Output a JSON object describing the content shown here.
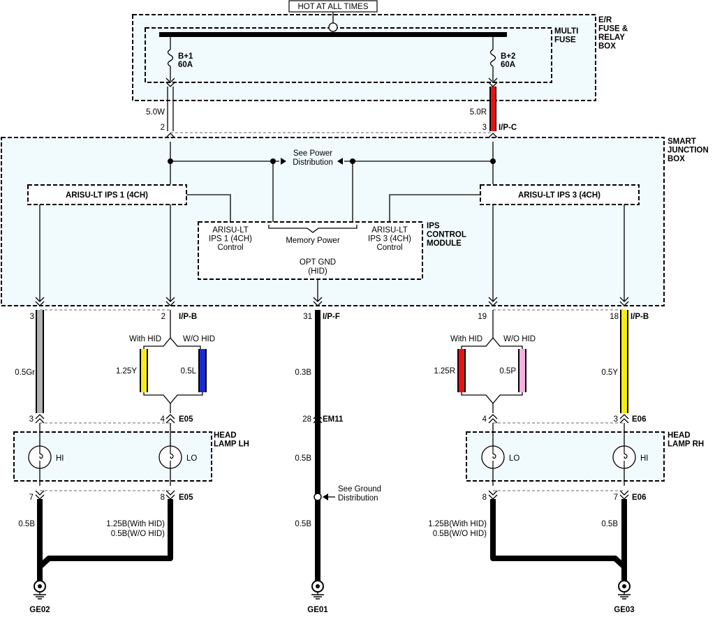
{
  "supply": {
    "hot_label": "HOT AT ALL TIMES"
  },
  "boxes": {
    "er_fuse_relay": "E/R\nFUSE &\nRELAY\nBOX",
    "multi_fuse": "MULTI\nFUSE",
    "smart_junction": "SMART\nJUNCTION\nBOX",
    "ips_module": "IPS\nCONTROL\nMODULE",
    "head_lamp_lh": "HEAD\nLAMP LH",
    "head_lamp_rh": "HEAD\nLAMP RH"
  },
  "fuses": {
    "left": {
      "name": "B+1",
      "rating": "60A"
    },
    "right": {
      "name": "B+2",
      "rating": "60A"
    }
  },
  "wires": {
    "left_supply": "5.0W",
    "right_supply": "5.0R",
    "lh_hi": "0.5Gr",
    "lh_lo_hid": "1.25Y",
    "lh_lo_wo": "0.5L",
    "center_top": "0.3B",
    "center_mid": "0.5B",
    "center_bot": "0.5B",
    "rh_lo_hid": "1.25R",
    "rh_lo_wo": "0.5P",
    "rh_hi": "0.5Y",
    "lh_gnd_hi": "0.5B",
    "lh_gnd_lo_1": "1.25B(With HID)",
    "lh_gnd_lo_2": "0.5B(W/O HID)",
    "rh_gnd_lo_1": "1.25B(With HID)",
    "rh_gnd_lo_2": "0.5B(W/O HID)",
    "rh_gnd_hi": "0.5B"
  },
  "pins": {
    "ipc_2": "2",
    "ipc_3": "3",
    "ipb_3": "3",
    "ipb_2": "2",
    "ipf_31": "31",
    "ipb_19": "19",
    "ipb_18": "18",
    "e05_3": "3",
    "e05_4": "4",
    "em11_28": "28",
    "e06_4": "4",
    "e06_3": "3",
    "e05_7": "7",
    "e05_8": "8",
    "e06_8": "8",
    "e06_7": "7"
  },
  "connectors": {
    "ipc": "I/P-C",
    "ipb_left": "I/P-B",
    "ipf": "I/P-F",
    "ipb_right": "I/P-B",
    "e05_top": "E05",
    "em11": "EM11",
    "e06_top": "E06",
    "e05_bot": "E05",
    "e06_bot": "E06"
  },
  "junction": {
    "see_power": "See Power",
    "distribution": "Distribution",
    "ips1": "ARISU-LT IPS 1 (4CH)",
    "ips3": "ARISU-LT IPS 3 (4CH)",
    "ips1_ctrl": [
      "ARISU-LT",
      "IPS 1 (4CH)",
      "Control"
    ],
    "ips3_ctrl": [
      "ARISU-LT",
      "IPS 3 (4CH)",
      "Control"
    ],
    "memory_power": "Memory Power",
    "opt_gnd": "OPT GND",
    "hid": "(HID)"
  },
  "options": {
    "with_hid": "With HID",
    "wo_hid": "W/O HID"
  },
  "lamps": {
    "hi": "HI",
    "lo": "LO"
  },
  "ground": {
    "see_ground": "See Ground",
    "distribution": "Distribution"
  },
  "grounds": {
    "ge02": "GE02",
    "ge01": "GE01",
    "ge03": "GE03"
  },
  "colors": {
    "red": "#ee1111",
    "yellow": "#f7ec1a",
    "blue": "#1a2bd6",
    "gray": "#b3b3b3",
    "pink": "#f3b3e0",
    "panel": "#f1fafd"
  }
}
